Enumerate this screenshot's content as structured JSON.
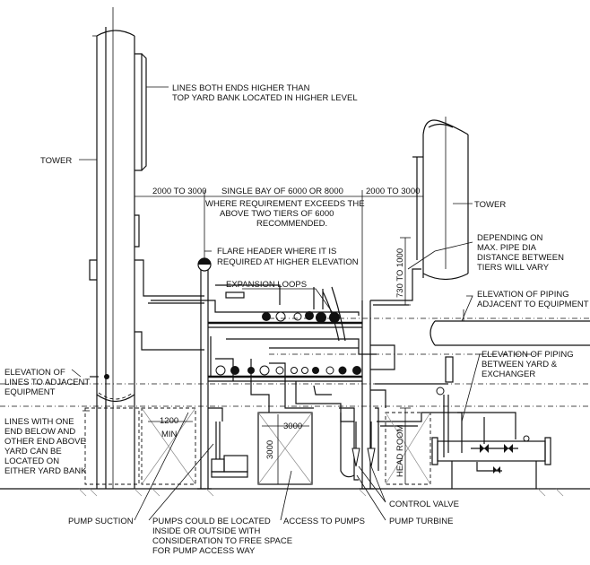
{
  "labels": {
    "lines_both_ends": "LINES BOTH ENDS HIGHER THAN",
    "top_yard_bank": "TOP YARD BANK LOCATED IN HIGHER LEVEL",
    "tower_left": "TOWER",
    "tower_right": "TOWER",
    "dim_left": "2000 TO 3000",
    "single_bay": "SINGLE BAY OF 6000 OR 8000",
    "dim_right": "2000 TO 3000",
    "where_req_1": "WHERE REQUIREMENT EXCEEDS THE",
    "where_req_2": "ABOVE TWO TIERS OF 6000",
    "where_req_3": "RECOMMENDED.",
    "depending_1": "DEPENDING ON",
    "depending_2": "MAX. PIPE DIA",
    "depending_3": "DISTANCE BETWEEN",
    "depending_4": "TIERS WILL VARY",
    "dim_730": "730 TO 1000",
    "flare_1": "FLARE HEADER WHERE IT IS",
    "flare_2": "REQUIRED AT HIGHER ELEVATION",
    "expansion": "EXPANSION LOOPS",
    "elev_adj_1": "ELEVATION OF PIPING",
    "elev_adj_2": "ADJACENT TO EQUIPMENT",
    "elev_yard_1": "ELEVATION OF PIPING",
    "elev_yard_2": "BETWEEN YARD &",
    "elev_yard_3": "EXCHANGER",
    "elev_lines_1": "ELEVATION OF",
    "elev_lines_2": "LINES TO ADJACENT",
    "elev_lines_3": "EQUIPMENT",
    "one_end_1": "LINES WITH ONE",
    "one_end_2": "END BELOW AND",
    "one_end_3": "OTHER END ABOVE",
    "one_end_4": "YARD CAN BE",
    "one_end_5": "LOCATED ON",
    "one_end_6": "EITHER YARD BANK",
    "dim_1200": "1200",
    "min": "MIN",
    "dim_3000_h": "3000",
    "dim_3000_v": "3000",
    "head_room": "HEAD ROOM",
    "control_valve": "CONTROL VALVE",
    "pump_suction": "PUMP SUCTION",
    "pumps_could_1": "PUMPS COULD BE LOCATED",
    "pumps_could_2": "INSIDE OR OUTSIDE WITH",
    "pumps_could_3": "CONSIDERATION TO FREE SPACE",
    "pumps_could_4": "FOR PUMP ACCESS WAY",
    "access_pumps": "ACCESS TO PUMPS",
    "pump_turbine": "PUMP TURBINE"
  }
}
